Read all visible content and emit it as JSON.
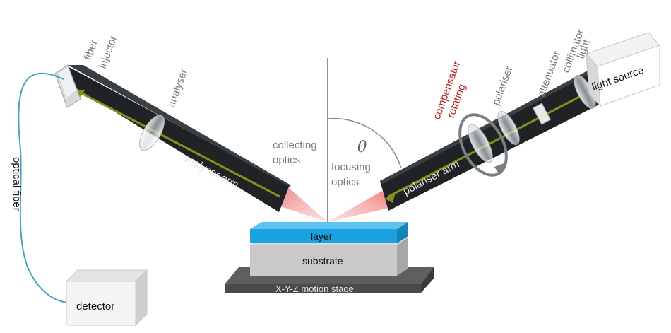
{
  "labels": {
    "fiber_injector_line1": "fiber",
    "fiber_injector_line2": "injector",
    "analyser": "analyser",
    "analyser_arm": "analyser arm",
    "collecting_optics_line1": "collecting",
    "collecting_optics_line2": "optics",
    "theta": "θ",
    "focusing_optics_line1": "focusing",
    "focusing_optics_line2": "optics",
    "rotating_compensator_line1": "rotating",
    "rotating_compensator_line2": "compensator",
    "polariser": "polariser",
    "attenuator": "attenuator",
    "light_collimator_line1": "light",
    "light_collimator_line2": "collimator",
    "light_source": "light source",
    "polariser_arm": "polariser arm",
    "optical_fiber": "optical fiber",
    "detector": "detector",
    "layer": "layer",
    "substrate": "substrate",
    "stage": "X-Y-Z motion stage"
  },
  "colors": {
    "arm": "#1f2326",
    "beam": "#8a8f1a",
    "layer": "#1aa3e0",
    "substrate": "#c9c9c9",
    "stage": "#4a4a4a",
    "fiber": "#4aa3b8",
    "focus_cone": "#f28a8a",
    "label_red": "#b22222"
  }
}
